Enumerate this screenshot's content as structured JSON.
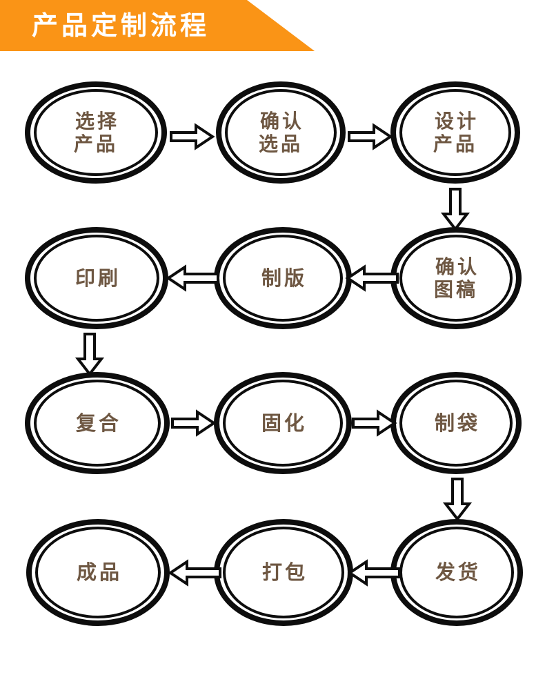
{
  "header": {
    "title": "产品定制流程",
    "background_color": "#FA9416",
    "text_color": "#FFFFFF"
  },
  "theme": {
    "node_text_color": "#6E5742",
    "node_stroke_color": "#0D0D0D",
    "node_fill_color": "#FFFFFF",
    "arrow_stroke_color": "#0D0D0D",
    "arrow_fill_color": "#FFFFFF",
    "page_background": "#FFFFFF"
  },
  "diagram": {
    "type": "process-flowchart",
    "direction": "serpentine",
    "node_shape": "double-ring-ellipse",
    "arrow_style": "hollow-block-arrow",
    "node_count": 12,
    "rows": [
      {
        "index": 1,
        "flow": "left-to-right",
        "node_ids": [
          "n1",
          "n2",
          "n3"
        ]
      },
      {
        "index": 2,
        "flow": "right-to-left",
        "node_ids": [
          "n4",
          "n5",
          "n6"
        ]
      },
      {
        "index": 3,
        "flow": "left-to-right",
        "node_ids": [
          "n7",
          "n8",
          "n9"
        ]
      },
      {
        "index": 4,
        "flow": "right-to-left",
        "node_ids": [
          "n10",
          "n11",
          "n12"
        ]
      }
    ],
    "nodes": [
      {
        "id": "n1",
        "step": 1,
        "label": "选择\n产品",
        "lines": [
          "选择",
          "产品"
        ]
      },
      {
        "id": "n2",
        "step": 2,
        "label": "确认\n选品",
        "lines": [
          "确认",
          "选品"
        ]
      },
      {
        "id": "n3",
        "step": 3,
        "label": "设计\n产品",
        "lines": [
          "设计",
          "产品"
        ]
      },
      {
        "id": "n4",
        "step": 4,
        "label": "确认\n图稿",
        "lines": [
          "确认",
          "图稿"
        ]
      },
      {
        "id": "n5",
        "step": 5,
        "label": "制版",
        "lines": [
          "制版"
        ]
      },
      {
        "id": "n6",
        "step": 6,
        "label": "印刷",
        "lines": [
          "印刷"
        ]
      },
      {
        "id": "n7",
        "step": 7,
        "label": "复合",
        "lines": [
          "复合"
        ]
      },
      {
        "id": "n8",
        "step": 8,
        "label": "固化",
        "lines": [
          "固化"
        ]
      },
      {
        "id": "n9",
        "step": 9,
        "label": "制袋",
        "lines": [
          "制袋"
        ]
      },
      {
        "id": "n10",
        "step": 10,
        "label": "发货",
        "lines": [
          "发货"
        ]
      },
      {
        "id": "n11",
        "step": 11,
        "label": "打包",
        "lines": [
          "打包"
        ]
      },
      {
        "id": "n12",
        "step": 12,
        "label": "成品",
        "lines": [
          "成品"
        ]
      }
    ],
    "connectors": [
      {
        "id": "a1",
        "from": "n1",
        "to": "n2",
        "direction": "right"
      },
      {
        "id": "a2",
        "from": "n2",
        "to": "n3",
        "direction": "right"
      },
      {
        "id": "a3",
        "from": "n3",
        "to": "n4",
        "direction": "down"
      },
      {
        "id": "a4",
        "from": "n4",
        "to": "n5",
        "direction": "left"
      },
      {
        "id": "a5",
        "from": "n5",
        "to": "n6",
        "direction": "left"
      },
      {
        "id": "a6",
        "from": "n6",
        "to": "n7",
        "direction": "down"
      },
      {
        "id": "a7",
        "from": "n7",
        "to": "n8",
        "direction": "right"
      },
      {
        "id": "a8",
        "from": "n8",
        "to": "n9",
        "direction": "right"
      },
      {
        "id": "a9",
        "from": "n9",
        "to": "n10",
        "direction": "down"
      },
      {
        "id": "a10",
        "from": "n10",
        "to": "n11",
        "direction": "left"
      },
      {
        "id": "a11",
        "from": "n11",
        "to": "n12",
        "direction": "left"
      }
    ]
  }
}
